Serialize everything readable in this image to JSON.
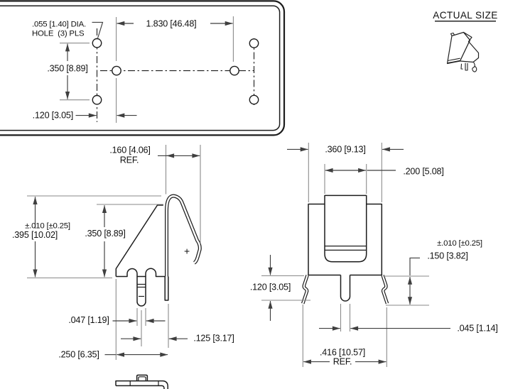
{
  "colors": {
    "background": "#ffffff",
    "part_line": "#1c1c1c",
    "dim_line": "#8a8a8a",
    "arrow_line": "#3f3f3f",
    "text_color": "#111111"
  },
  "drawing": {
    "board_view": {
      "hole_note_line1": ".055 [1.40] DIA.",
      "hole_note_line2": "HOLE  (3) PLS",
      "dim_hole_spacing_vertical": ".350 [8.89]",
      "dim_contact_spacing": "1.830 [46.48]",
      "dim_hole_offset": ".120 [3.05]"
    },
    "actual_size": {
      "title": "ACTUAL SIZE"
    },
    "side_view": {
      "dim_hook_depth": ".160 [4.06]",
      "dim_hook_depth_ref": "REF.",
      "tolerance": "±.010 [±0.25]",
      "dim_overall_height": ".395 [10.02]",
      "dim_body_height": ".350 [8.89]",
      "polarity_mark": "+",
      "dim_pin_width": ".047 [1.19]",
      "dim_pin_to_edge": ".125 [3.17]",
      "dim_body_depth": ".250 [6.35]"
    },
    "front_view": {
      "dim_overall_width": ".360 [9.13]",
      "dim_tab_width": ".200 [5.08]",
      "tolerance": "±.010 [±0.25]",
      "dim_leg_length": ".150 [3.82]",
      "dim_leg_bend": ".120 [3.05]",
      "dim_pin_gap": ".045 [1.14]",
      "dim_leg_span": ".416 [10.57]",
      "dim_leg_span_ref": "REF."
    }
  }
}
